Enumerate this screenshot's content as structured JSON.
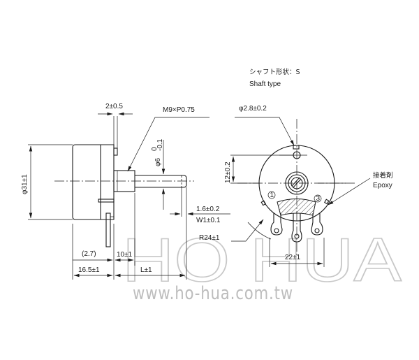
{
  "shaft_type": {
    "label_jp": "シャフト形状：S",
    "label_en": "Shaft type"
  },
  "dimensions": {
    "terminal_tab": "2±0.5",
    "thread": "M9×P0.75",
    "hole_dia": "φ2.8±0.2",
    "body_dia": "φ31±1",
    "shaft_dia": "φ6",
    "shaft_tol_upper": "0",
    "shaft_tol_lower": "-0.1",
    "hole_offset": "12±0.2",
    "slot_depth": "1.6±0.2",
    "slot_width": "W1±0.1",
    "radius": "R24±1",
    "pin_pitch": "22±1",
    "bushing_ref": "(2.7)",
    "bushing_len": "10±1",
    "body_len": "16.5±1",
    "shaft_len": "L±1"
  },
  "annotations": {
    "adhesive_jp": "接着剤",
    "adhesive_en": "Epoxy",
    "terminal_1": "1",
    "terminal_3": "3"
  },
  "watermark": {
    "brand": "HO HUA",
    "url": "www.ho-hua.com.tw"
  }
}
